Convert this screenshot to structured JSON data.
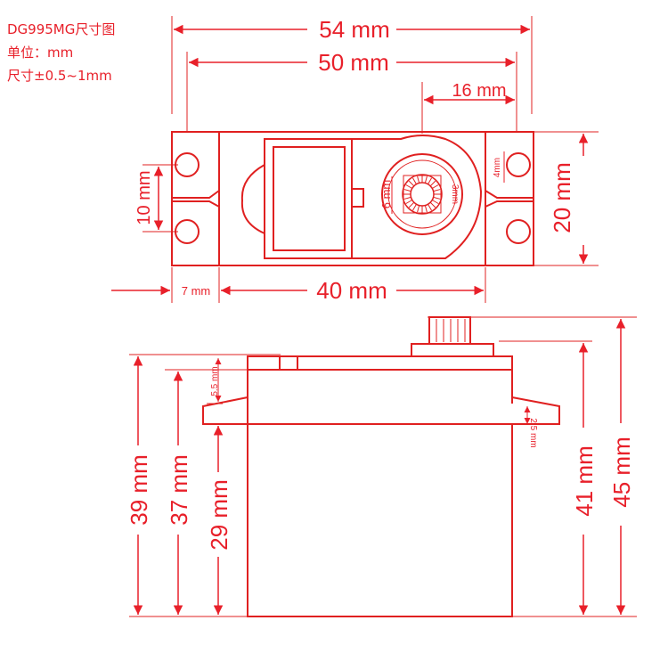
{
  "header": {
    "title": "DG995MG尺寸图",
    "unit": "单位：mm",
    "tolerance": "尺寸±0.5~1mm"
  },
  "top_view": {
    "overall_length": "54 mm",
    "hole_spacing": "50 mm",
    "horn_offset": "16 mm",
    "body_width": "20 mm",
    "hole_pitch": "10 mm",
    "ear_hole_offset": "4mm",
    "spline_diameter": "6 mm",
    "spline_inner": "3mm",
    "ear_length": "7 mm",
    "body_length": "40 mm"
  },
  "side_view": {
    "shaft_height": "45 mm",
    "top_height": "41 mm",
    "total_body": "39 mm",
    "mount_to_bottom": "37 mm",
    "case_height": "29 mm",
    "top_cap": "5.5 mm",
    "flange_thickness": "2.5 mm"
  },
  "colors": {
    "accent": "#e8202a",
    "outline": "#e02020"
  }
}
